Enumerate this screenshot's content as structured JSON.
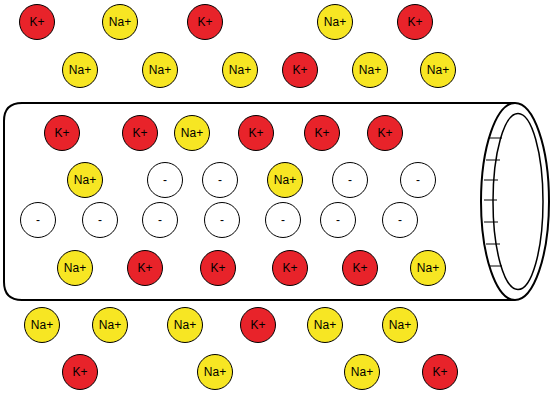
{
  "diagram": {
    "nodes": [
      {
        "text": [
          "K+"
        ]
      },
      {
        "text": [
          "Na+"
        ]
      },
      {
        "text": [
          "K+"
        ]
      },
      {
        "text": [
          "Na+"
        ]
      },
      {
        "text": [
          "K+"
        ]
      },
      {
        "text": [
          "Na+"
        ]
      },
      {
        "text": [
          "Na+"
        ]
      },
      {
        "text": [
          "Na+"
        ]
      },
      {
        "text": [
          "K+"
        ]
      },
      {
        "text": [
          "Na+"
        ]
      },
      {
        "text": [
          "Na+"
        ]
      },
      {
        "text": [
          "K+"
        ]
      },
      {
        "text": [
          "K+"
        ]
      },
      {
        "text": [
          "Na+"
        ]
      },
      {
        "text": [
          "K+"
        ]
      },
      {
        "text": [
          "K+"
        ]
      },
      {
        "text": [
          "K+"
        ]
      },
      {
        "text": [
          "Na+"
        ]
      },
      {
        "text": [
          "-"
        ]
      },
      {
        "text": [
          "-"
        ]
      },
      {
        "text": [
          "Na+"
        ]
      },
      {
        "text": [
          "-"
        ]
      },
      {
        "text": [
          "-"
        ]
      },
      {
        "text": [
          "-"
        ]
      },
      {
        "text": [
          "-"
        ]
      },
      {
        "text": [
          "-"
        ]
      },
      {
        "text": [
          "-"
        ]
      },
      {
        "text": [
          "-"
        ]
      },
      {
        "text": [
          "-"
        ]
      },
      {
        "text": [
          "-"
        ]
      },
      {
        "text": [
          "Na+"
        ]
      },
      {
        "text": [
          "K+"
        ]
      },
      {
        "text": [
          "K+"
        ]
      },
      {
        "text": [
          "K+"
        ]
      },
      {
        "text": [
          "K+"
        ]
      },
      {
        "text": [
          "Na+"
        ]
      },
      {
        "text": [
          "Na+"
        ]
      },
      {
        "text": [
          "Na+"
        ]
      },
      {
        "text": [
          "Na+"
        ]
      },
      {
        "text": [
          "K+"
        ]
      },
      {
        "text": [
          "Na+"
        ]
      },
      {
        "text": [
          "Na+"
        ]
      },
      {
        "text": [
          "K+"
        ]
      },
      {
        "text": [
          "Na+"
        ]
      },
      {
        "text": [
          "Na+"
        ]
      },
      {
        "text": [
          "K+"
        ]
      }
    ]
  }
}
